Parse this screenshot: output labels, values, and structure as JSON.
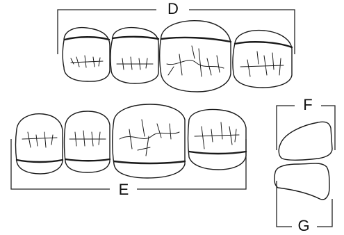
{
  "labels": {
    "upper_arch": "D",
    "lower_arch": "E",
    "incisor_top": "F",
    "incisor_bottom": "G"
  },
  "colors": {
    "stroke": "#1a1a1a",
    "background": "#ffffff"
  }
}
